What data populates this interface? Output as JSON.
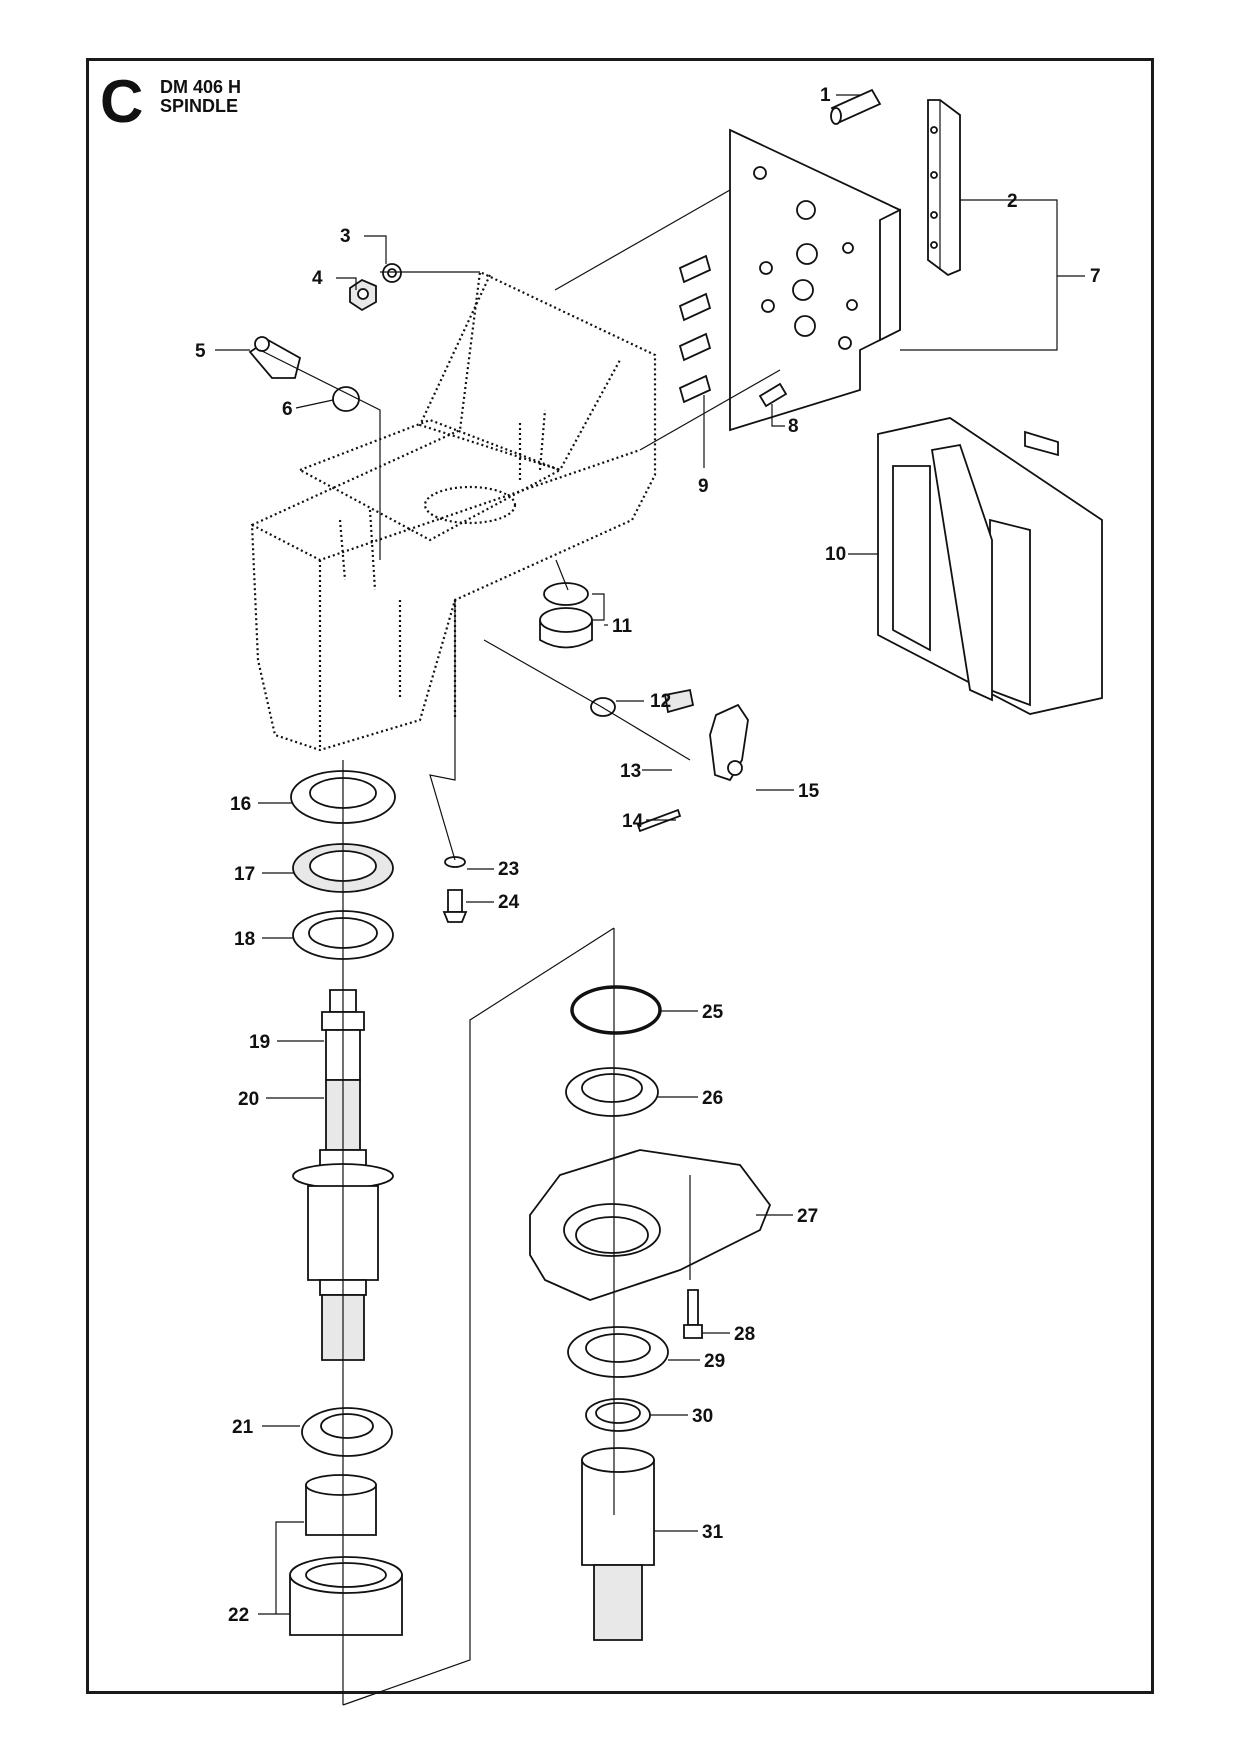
{
  "header": {
    "section_letter": "C",
    "model": "DM 406 H",
    "assembly": "SPINDLE"
  },
  "callouts": [
    "1",
    "2",
    "3",
    "4",
    "5",
    "6",
    "7",
    "8",
    "9",
    "10",
    "11",
    "12",
    "13",
    "14",
    "15",
    "16",
    "17",
    "18",
    "19",
    "20",
    "21",
    "22",
    "23",
    "24",
    "25",
    "26",
    "27",
    "28",
    "29",
    "30",
    "31"
  ]
}
